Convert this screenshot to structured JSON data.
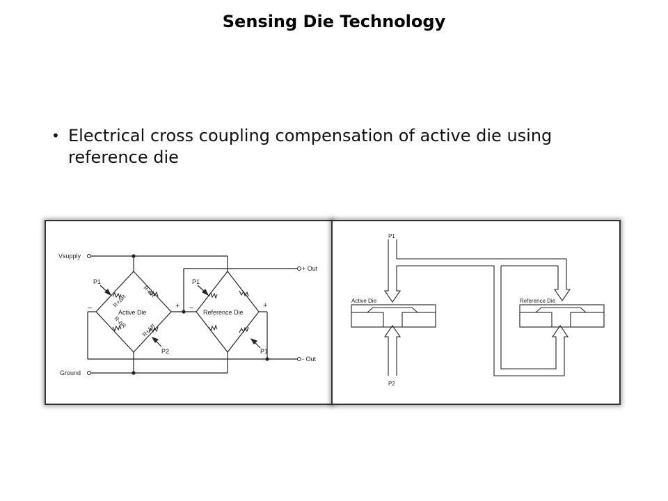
{
  "slide": {
    "title": "Sensing Die Technology",
    "bullets": [
      "Electrical cross coupling compensation of active die using reference die"
    ]
  },
  "left_diagram": {
    "labels": {
      "vsupply": "Vsupply",
      "ground": "Ground",
      "plus_out": "+ Out",
      "minus_out": "- Out",
      "active_die": "Active Die",
      "reference_die": "Reference Die",
      "p1_a": "P1",
      "p2_a": "P2",
      "p1_b": "P1",
      "p1_c": "P1",
      "r_plus_dr_1": "R+ΔR",
      "r_minus_dr_1": "R-ΔR",
      "r_minus_dr_2": "R-ΔR",
      "r_plus_dr_2": "R+ΔR",
      "minus_a": "−",
      "plus_a": "+",
      "minus_b": "−",
      "plus_b": "+"
    }
  },
  "right_diagram": {
    "labels": {
      "p1": "P1",
      "p2": "P2",
      "active_die": "Active Die",
      "reference_die": "Reference Die"
    }
  }
}
